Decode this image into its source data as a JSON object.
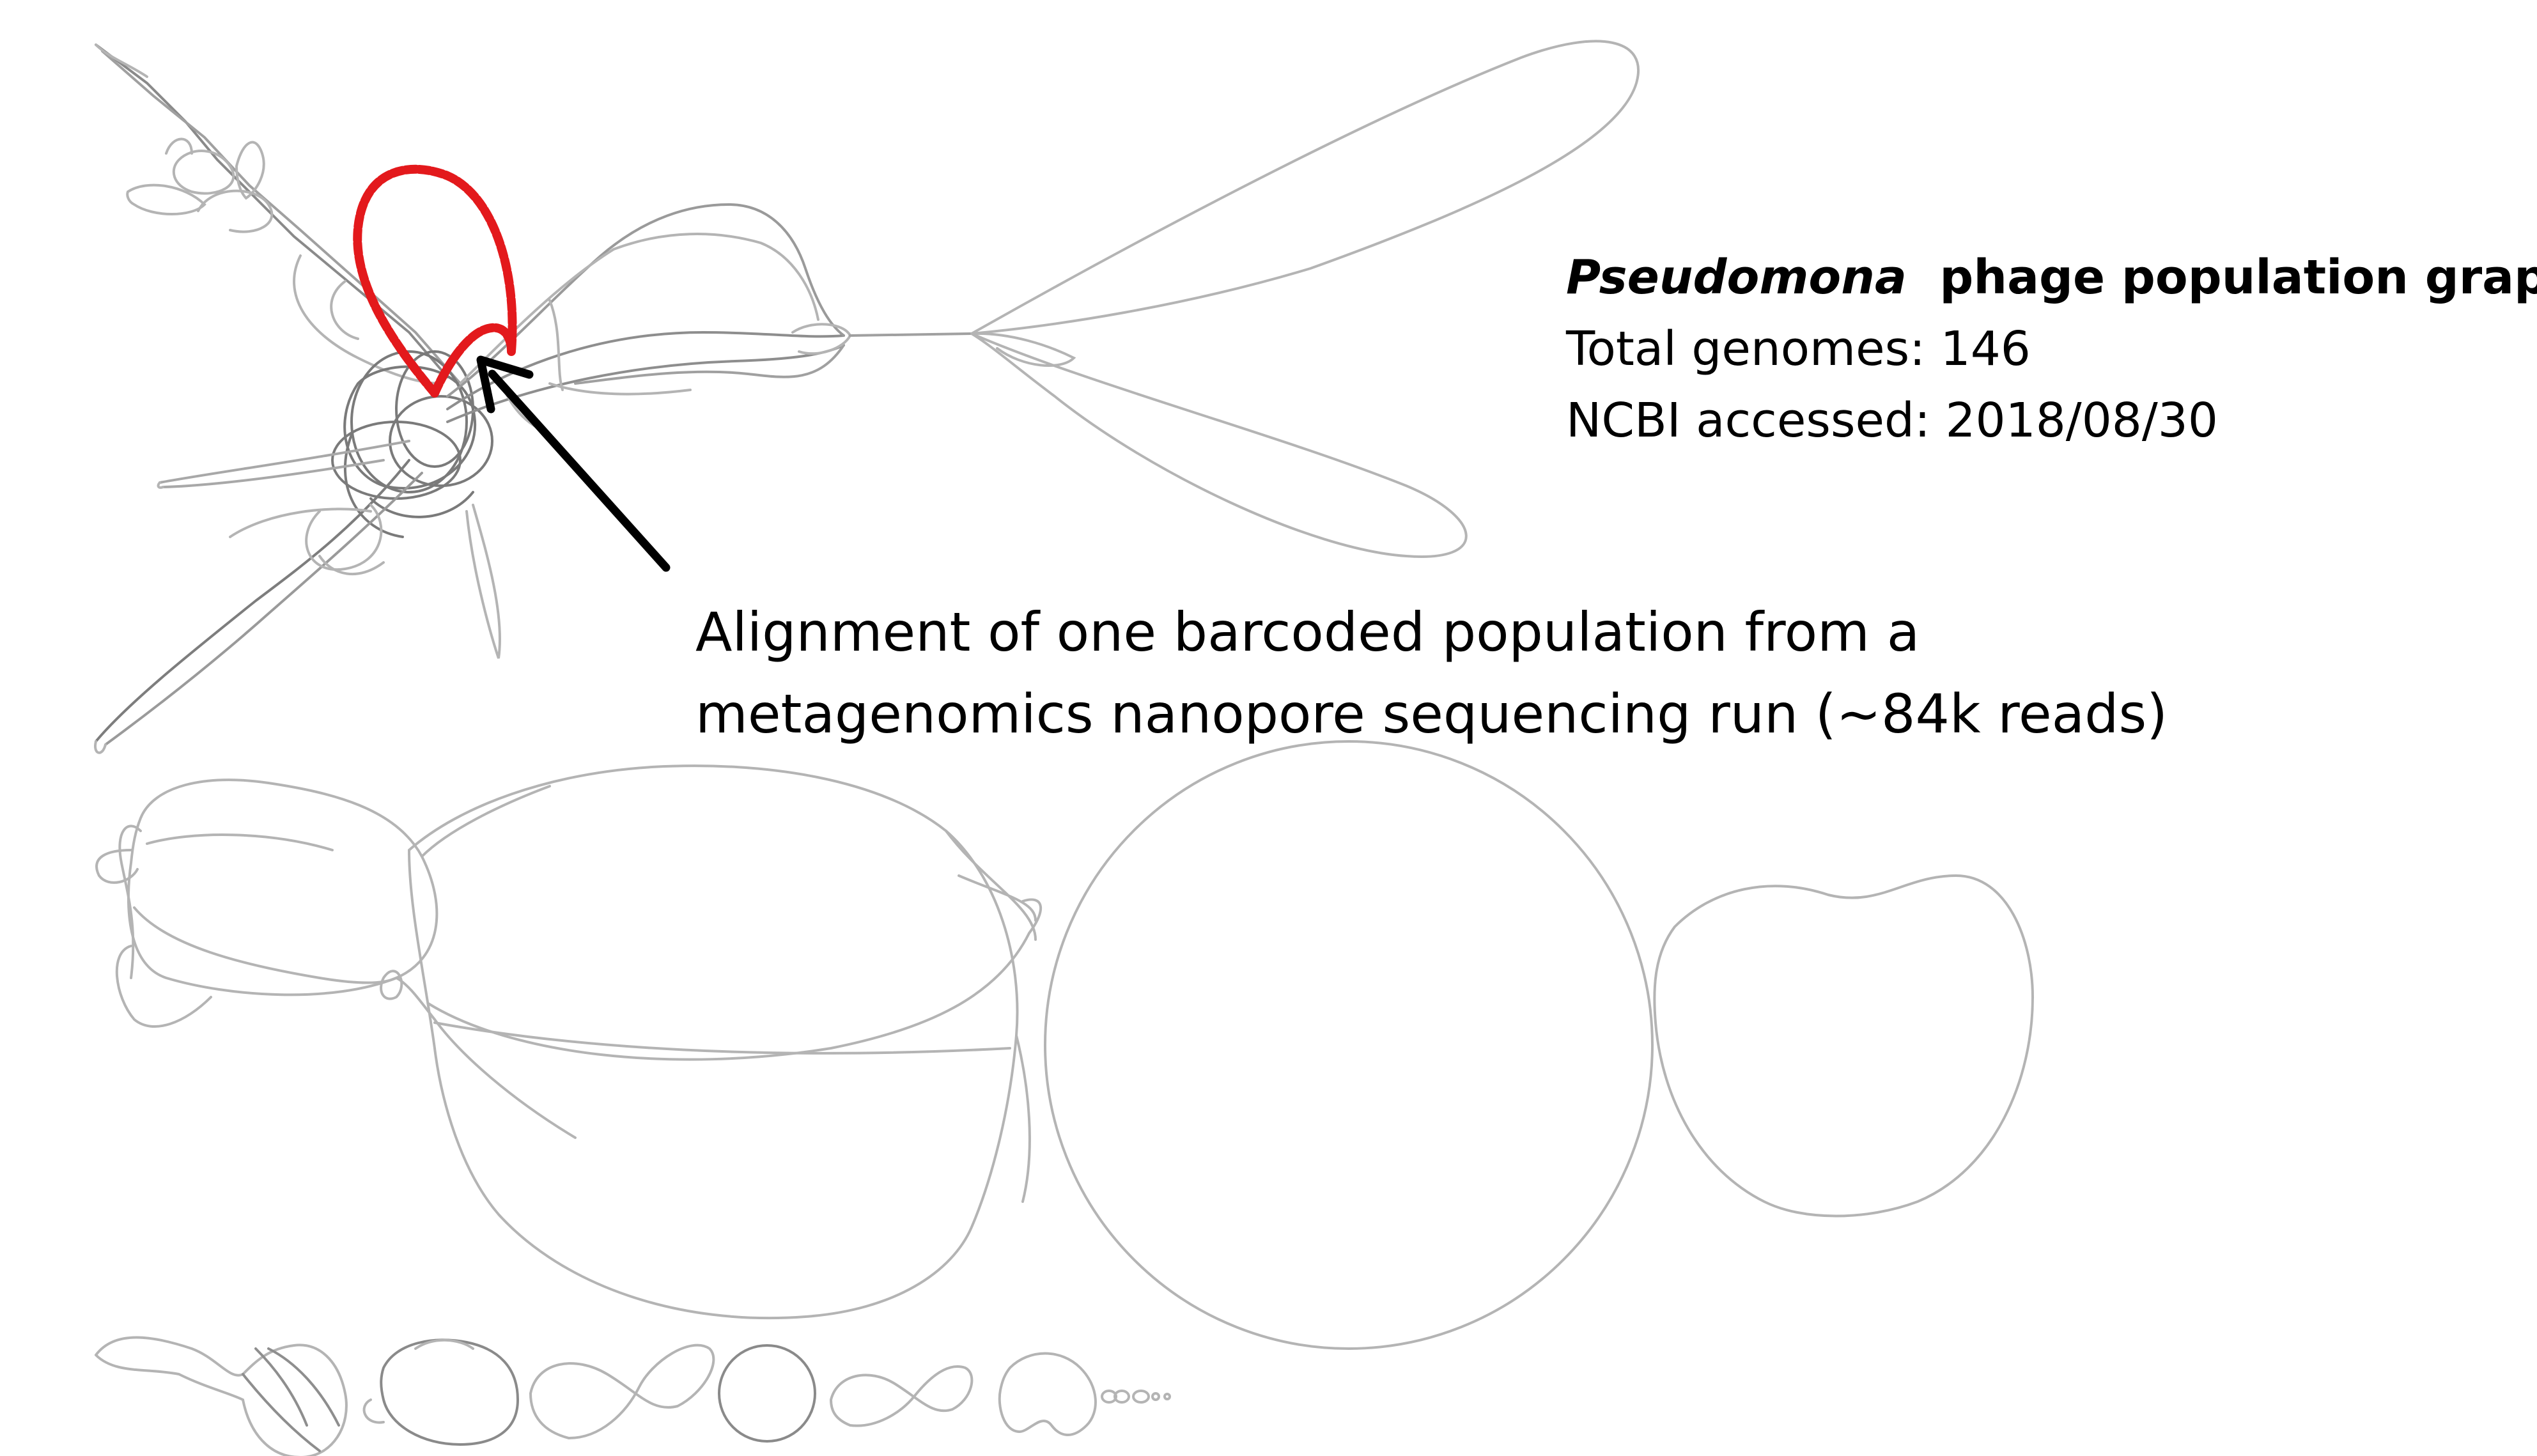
{
  "title": {
    "organism": "Pseudomona",
    "rest": "phage population graph"
  },
  "stats": {
    "genomes": "Total genomes: 146",
    "accessed": "NCBI accessed: 2018/08/30"
  },
  "annotation": {
    "line1": "Alignment of one barcoded population from a",
    "line2": "metagenomics nanopore sequencing run (~84k reads)"
  },
  "colors": {
    "graph_edge": "#b4b4b4",
    "graph_edge_dense": "#555555",
    "highlight_path": "#e3191c",
    "arrow": "#000000",
    "text": "#000000"
  }
}
